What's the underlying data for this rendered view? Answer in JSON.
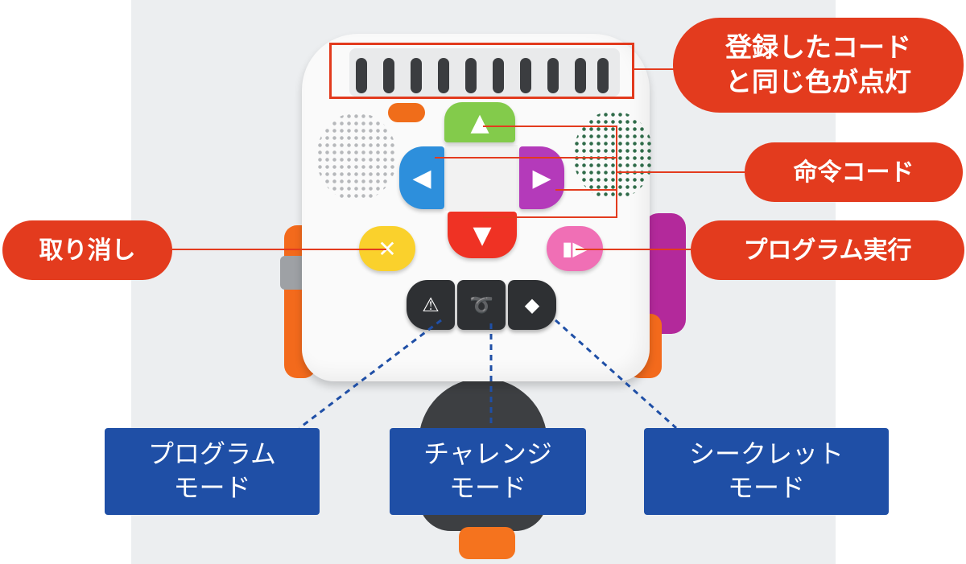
{
  "callouts": {
    "light": [
      "登録したコード",
      "と同じ色が点灯"
    ],
    "command_code": "命令コード",
    "cancel": "取り消し",
    "run_program": "プログラム実行",
    "program_mode": [
      "プログラム",
      "モード"
    ],
    "challenge_mode": [
      "チャレンジ",
      "モード"
    ],
    "secret_mode": [
      "シークレット",
      "モード"
    ]
  },
  "colors": {
    "callout_red": "#e33b1e",
    "callout_blue": "#1f4fa6",
    "button_up": "#83cb4b",
    "button_left": "#2d8fdc",
    "button_right": "#b43aba",
    "button_down": "#ef3224",
    "button_cancel": "#fad12c",
    "button_run": "#f06fb5"
  },
  "icons": {
    "up": "arrow-up-icon",
    "left": "arrow-left-icon",
    "right": "arrow-right-icon",
    "down": "arrow-down-icon",
    "cancel": "cross-icon",
    "run": "play-icon",
    "program_mode": "program-mode-icon",
    "challenge_mode": "challenge-mode-icon",
    "secret_mode": "secret-mode-icon"
  }
}
